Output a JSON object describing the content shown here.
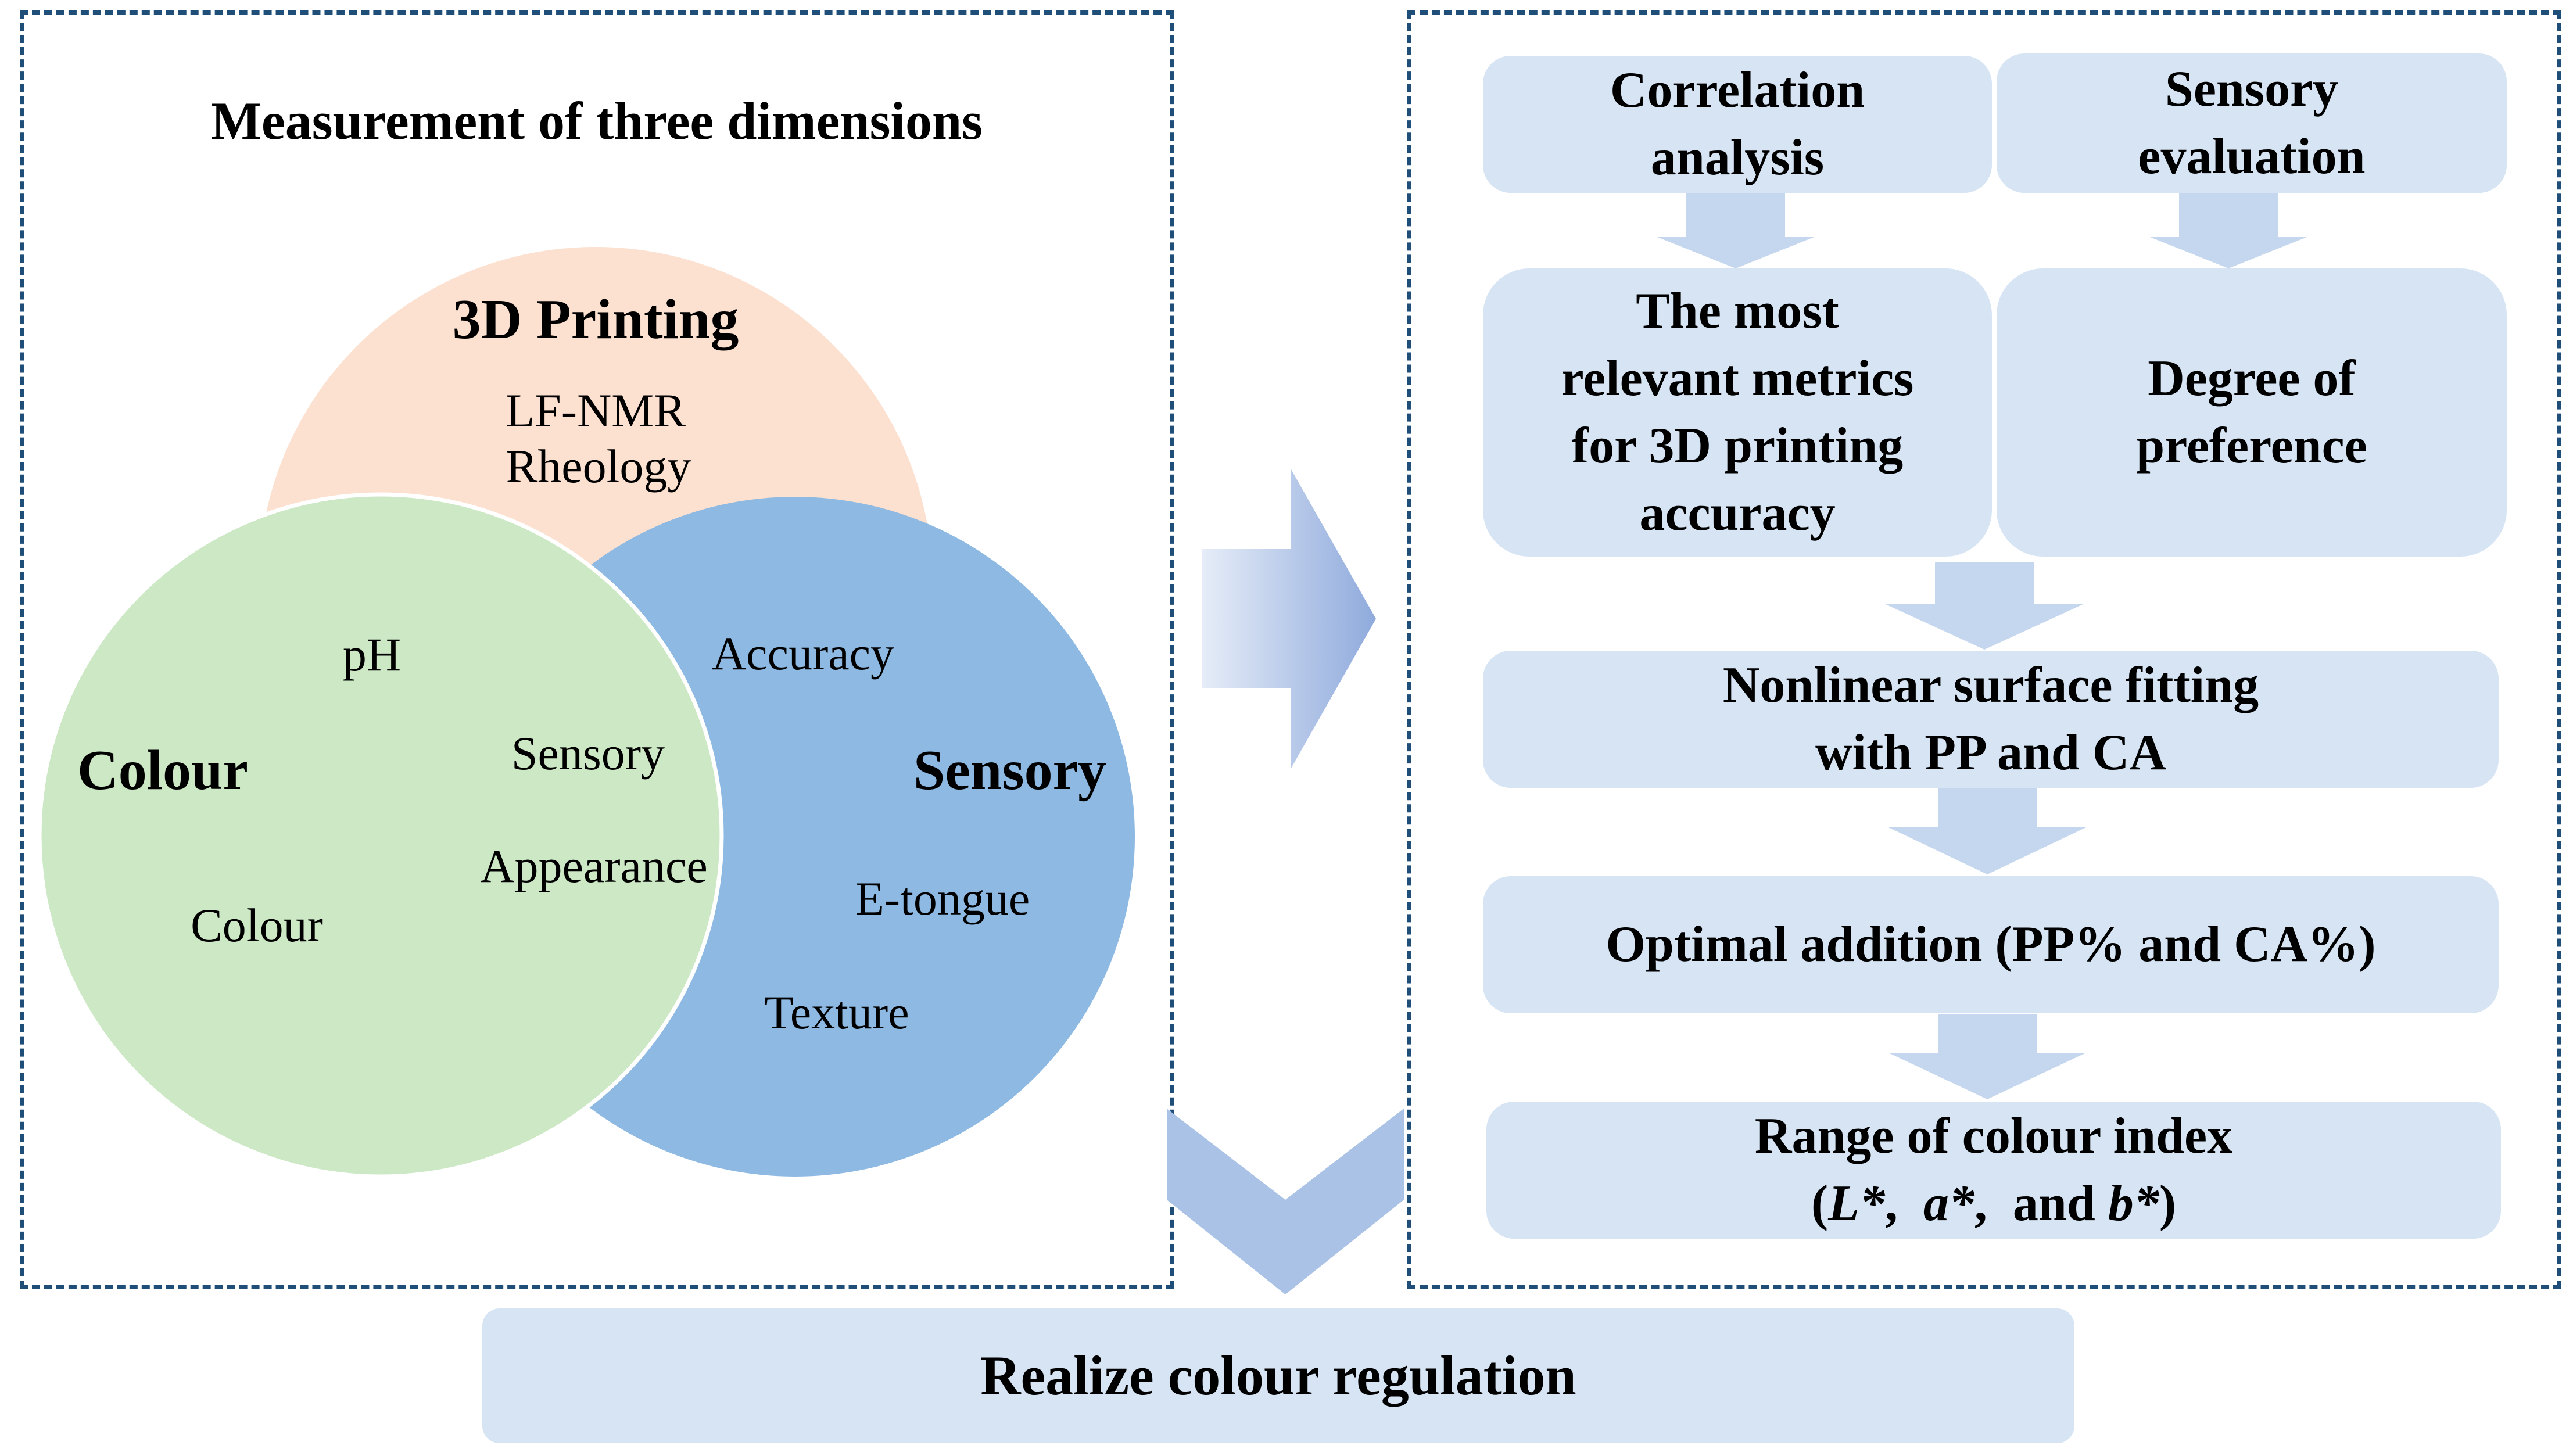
{
  "left_panel": {
    "title": "Measurement of three dimensions",
    "venn": {
      "printing": {
        "label": "3D Printing",
        "line1": "LF-NMR",
        "line2": "Rheology",
        "color": "#fce0d0"
      },
      "colour": {
        "label": "Colour",
        "items": [
          "pH",
          "Colour"
        ],
        "color": "#cde8c5"
      },
      "sensory": {
        "label": "Sensory",
        "items": [
          "Accuracy",
          "E-tongue",
          "Texture"
        ],
        "color": "#8db9e2"
      },
      "overlap": [
        "Sensory",
        "Appearance"
      ]
    }
  },
  "right_panel": {
    "correlation": {
      "line1": "Correlation",
      "line2": "analysis"
    },
    "sensory_eval": {
      "line1": "Sensory",
      "line2": "evaluation"
    },
    "metrics": {
      "line1": "The most",
      "line2": "relevant metrics",
      "line3": "for 3D printing",
      "line4": "accuracy"
    },
    "preference": {
      "line1": "Degree of",
      "line2": "preference"
    },
    "fitting": {
      "line1": "Nonlinear surface fitting",
      "line2": "with PP and CA"
    },
    "optimal": {
      "text": "Optimal addition (PP% and CA%)"
    },
    "range": {
      "line1": "Range of colour index",
      "open": "(",
      "L": "L*",
      "sep1": ",  ",
      "a": "a*",
      "sep2": ",  and ",
      "b": "b*",
      "close": ")"
    }
  },
  "bottom": {
    "text": "Realize colour regulation"
  },
  "colors": {
    "border": "#1f4e79",
    "box": "#d6e4f4",
    "arrow": "#c5d7ee",
    "arrow_accent": "#8faadc"
  }
}
